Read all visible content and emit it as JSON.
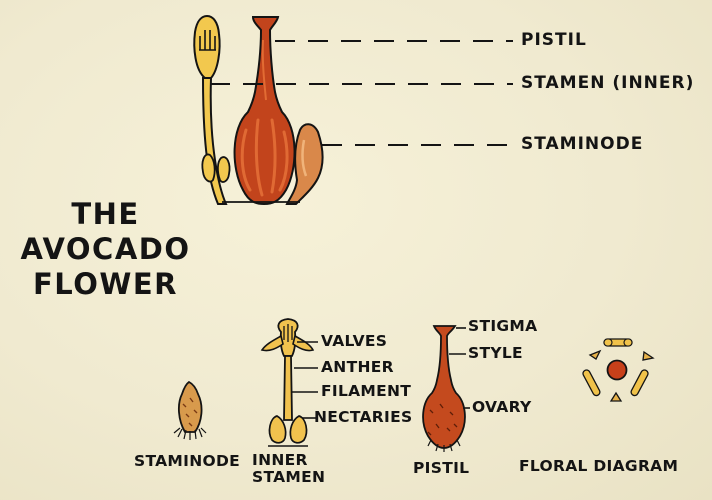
{
  "title": {
    "line1": "THE",
    "line2": "AVOCADO",
    "line3": "FLOWER"
  },
  "top_labels": {
    "pistil": "PISTIL",
    "stamen_inner": "STAMEN (INNER)",
    "staminode": "STAMINODE"
  },
  "inner_stamen_parts": {
    "valves": "VALVES",
    "anther": "ANTHER",
    "filament": "FILAMENT",
    "nectaries": "NECTARIES"
  },
  "pistil_parts": {
    "stigma": "STIGMA",
    "style": "STYLE",
    "ovary": "OVARY"
  },
  "captions": {
    "staminode": "STAMINODE",
    "inner_stamen_line1": "INNER",
    "inner_stamen_line2": "STAMEN",
    "pistil": "PISTIL",
    "floral_diagram": "FLORAL DIAGRAM"
  },
  "colors": {
    "background": "#f1ecd0",
    "ovary": "#c2441c",
    "stamen": "#f0c850",
    "staminode": "#d78a46",
    "ink": "#141414"
  }
}
